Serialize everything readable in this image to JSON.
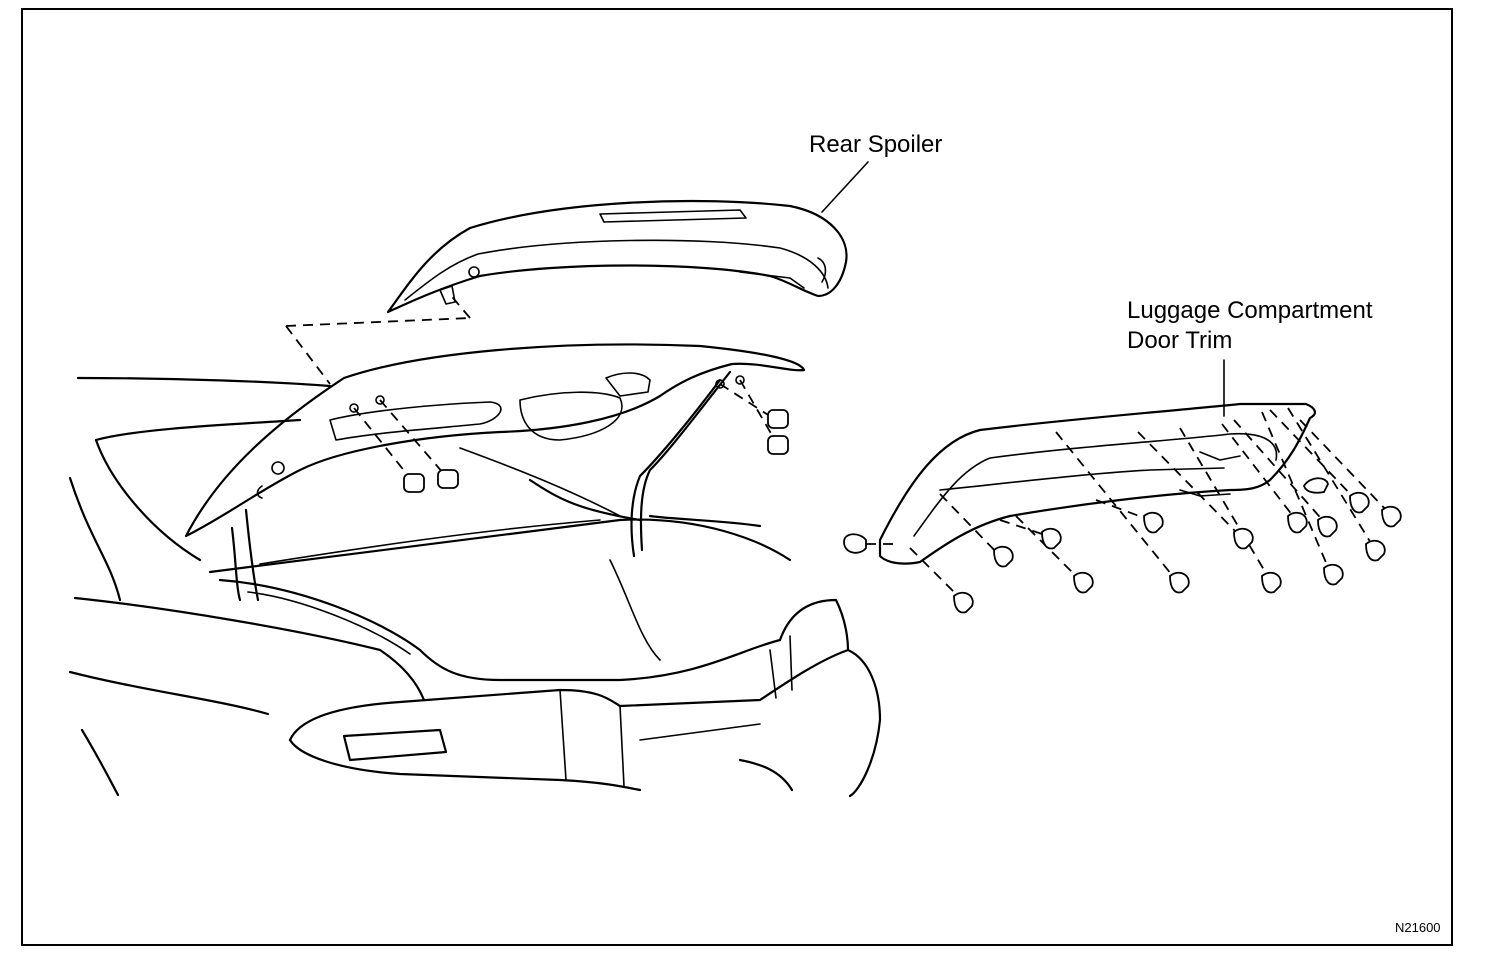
{
  "diagram": {
    "labels": {
      "rear_spoiler": "Rear Spoiler",
      "door_trim_line1": "Luggage Compartment",
      "door_trim_line2": "Door Trim"
    },
    "reference_code": "N21600"
  },
  "colors": {
    "line": "#000000",
    "background": "#ffffff"
  }
}
